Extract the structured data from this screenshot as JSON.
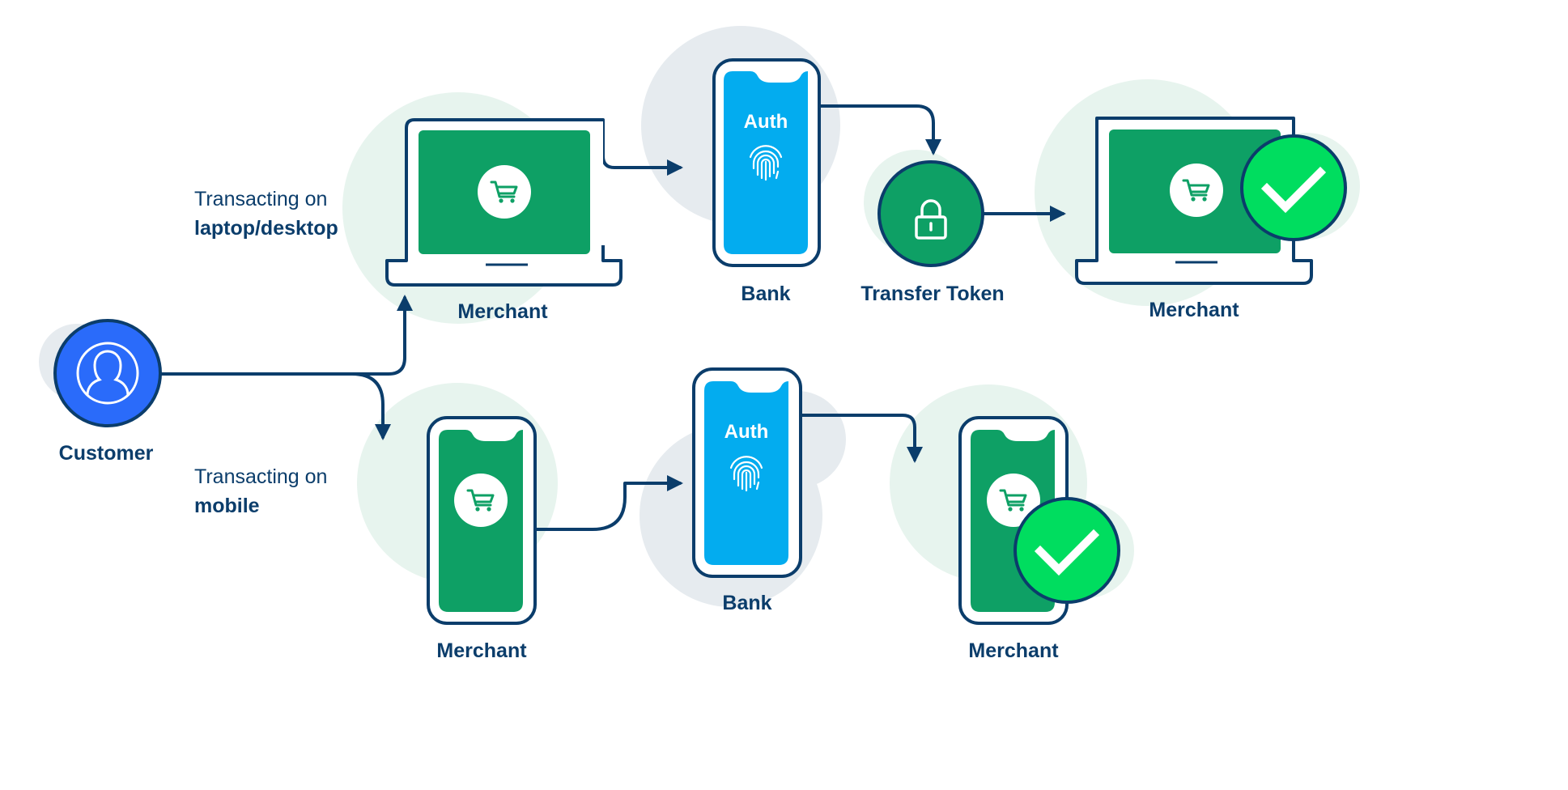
{
  "colors": {
    "navy": "#0b3d6b",
    "merchant_green": "#0ea065",
    "bank_blue": "#03acef",
    "customer_blue": "#2a6bfa",
    "check_green": "#00dd5f",
    "halo_green": "#e7f4ee",
    "halo_gray": "#e6ebef"
  },
  "captions": {
    "desktop": {
      "line1": "Transacting on",
      "line2": "laptop/desktop"
    },
    "mobile": {
      "line1": "Transacting on",
      "line2": "mobile"
    }
  },
  "nodes": {
    "customer": {
      "label": "Customer",
      "icon": "user-icon"
    },
    "desktop_merchant": {
      "label": "Merchant",
      "icon": "shopping-cart-icon"
    },
    "desktop_bank": {
      "label": "Bank",
      "screen_text": "Auth",
      "icon": "fingerprint-icon"
    },
    "transfer_token": {
      "label": "Transfer Token",
      "icon": "lock-icon"
    },
    "desktop_merchant_done": {
      "label": "Merchant",
      "icon": "checkmark-icon"
    },
    "mobile_merchant": {
      "label": "Merchant",
      "icon": "shopping-cart-icon"
    },
    "mobile_bank": {
      "label": "Bank",
      "screen_text": "Auth",
      "icon": "fingerprint-icon"
    },
    "mobile_merchant_done": {
      "label": "Merchant",
      "icon": "checkmark-icon"
    }
  }
}
